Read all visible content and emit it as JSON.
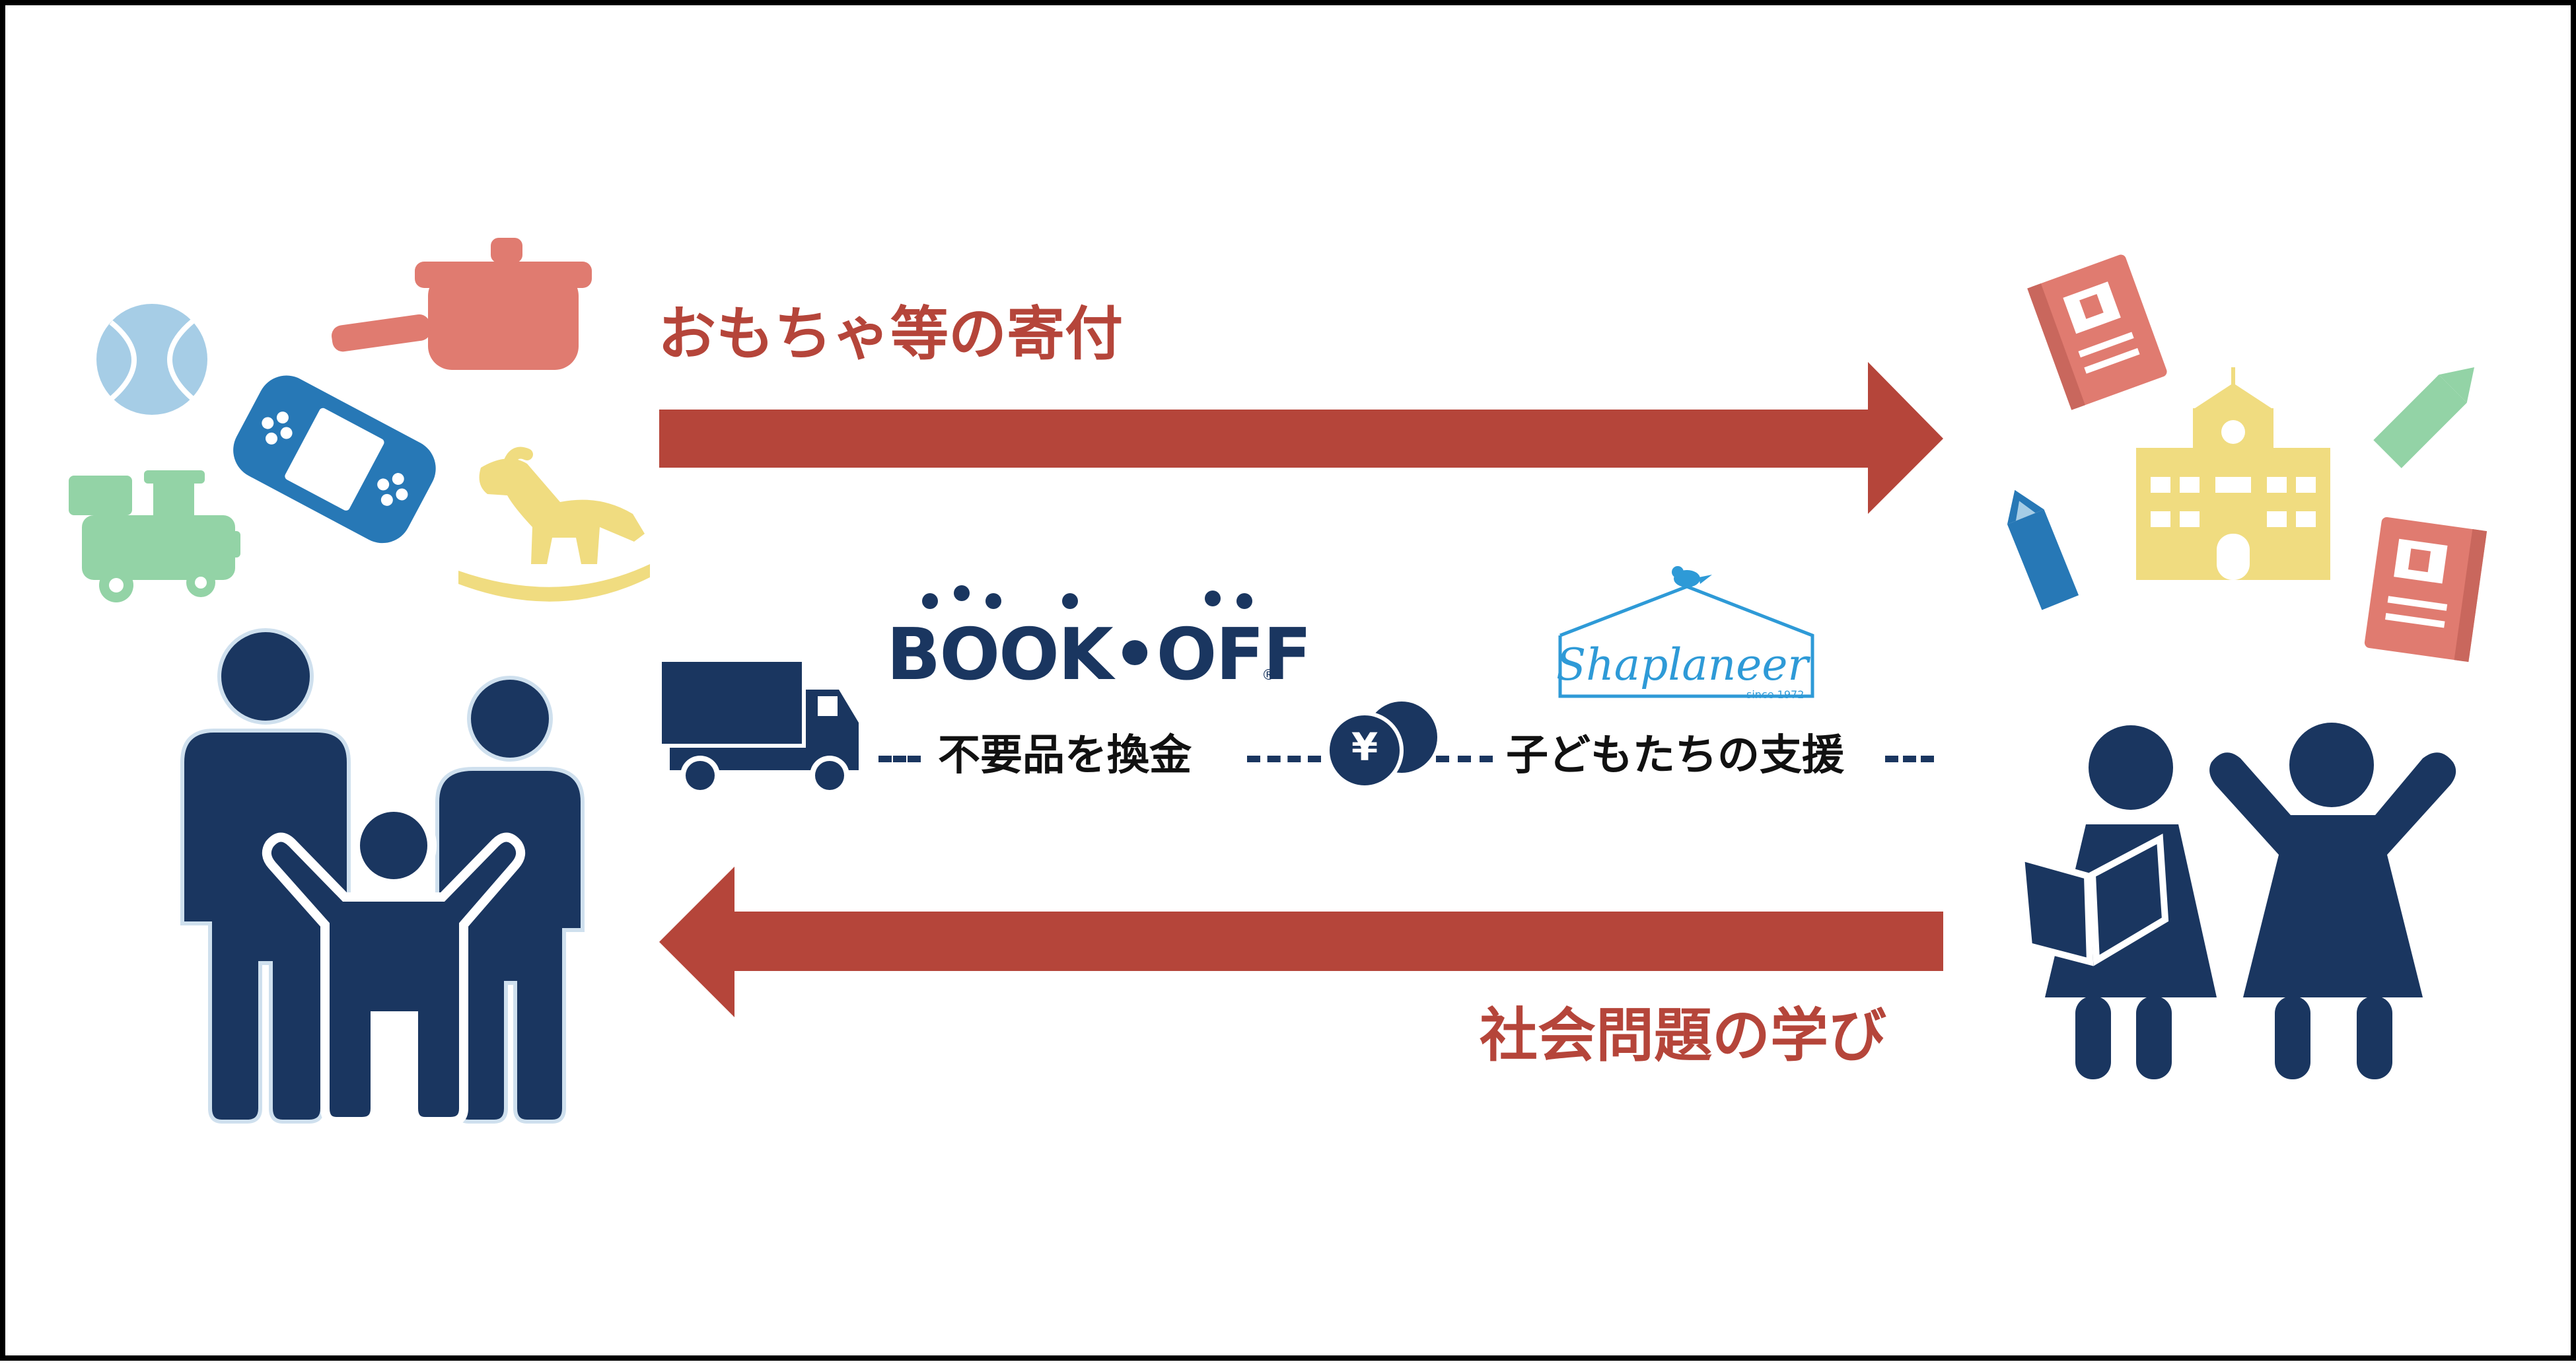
{
  "flows": {
    "top": {
      "label": "おもちゃ等の寄付",
      "color": "#b5453a"
    },
    "bottom": {
      "label": "社会問題の学び",
      "color": "#b5453a"
    }
  },
  "process": {
    "step1_label": "不要品を換金",
    "step2_label": "子どもたちの支援",
    "currency_symbol": "¥"
  },
  "logos": {
    "bookoff": {
      "text": "BOOK•OFF",
      "registered": "®",
      "color": "#1a3660"
    },
    "shaplaneer": {
      "name": "Shaplaneer",
      "since": "since 1972",
      "color": "#2e9ad7"
    }
  },
  "actors": {
    "family": {
      "icon": "family-icon",
      "color": "#1a3660"
    },
    "children": {
      "icon": "children-icon",
      "color": "#1a3660"
    }
  },
  "donated_items": [
    "ball-icon",
    "cooking-pot-icon",
    "game-console-icon",
    "toy-train-icon",
    "rocking-horse-icon"
  ],
  "learning_items": [
    "notebook-icon",
    "school-building-icon",
    "pencil-icon"
  ],
  "palette": {
    "navy": "#1a3660",
    "red": "#b5453a",
    "salmon": "#e07b70",
    "light_blue": "#a6cde6",
    "blue": "#2778b6",
    "green": "#93d3a6",
    "yellow": "#f0dc80"
  }
}
